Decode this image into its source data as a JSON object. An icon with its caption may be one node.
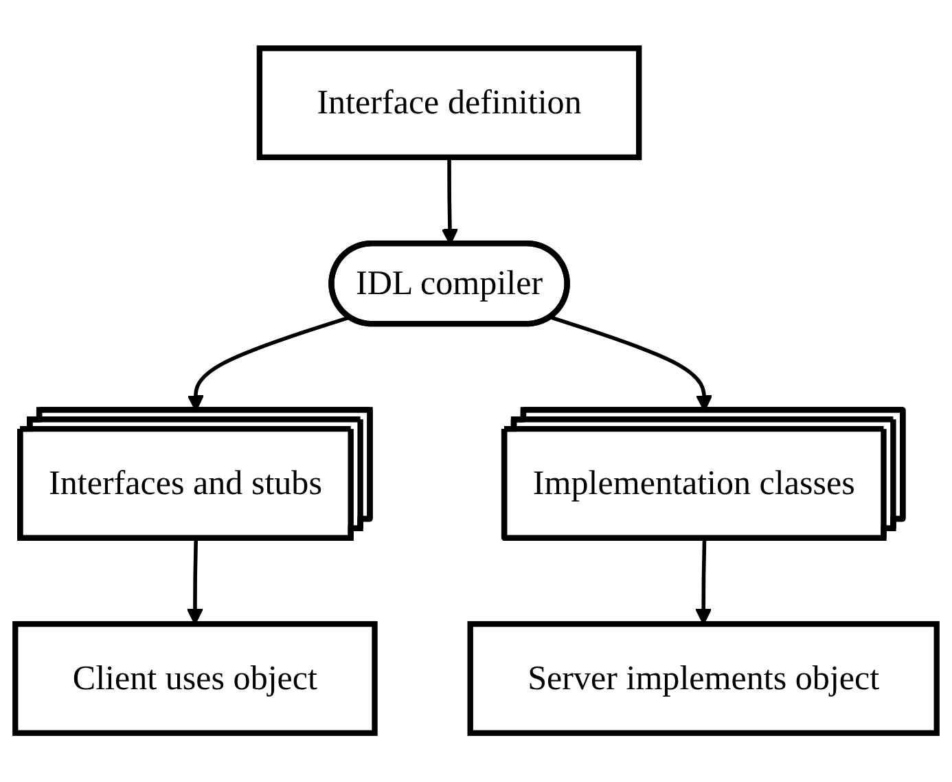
{
  "diagram": {
    "nodes": [
      {
        "text": [
          "Interface definition"
        ]
      },
      {
        "text": [
          "IDL compiler"
        ]
      },
      {
        "text": [
          "Interfaces and stubs"
        ]
      },
      {
        "text": [
          "Implementation classes"
        ]
      },
      {
        "text": [
          "Client uses object"
        ]
      },
      {
        "text": [
          "Server implements object"
        ]
      }
    ],
    "edges": [
      {
        "from": 0,
        "to": 1,
        "arrow": "to"
      },
      {
        "from": 1,
        "to": 2,
        "arrow": "to"
      },
      {
        "from": 1,
        "to": 3,
        "arrow": "to"
      },
      {
        "from": 2,
        "to": 4,
        "arrow": "to"
      },
      {
        "from": 3,
        "to": 5,
        "arrow": "to"
      }
    ]
  }
}
